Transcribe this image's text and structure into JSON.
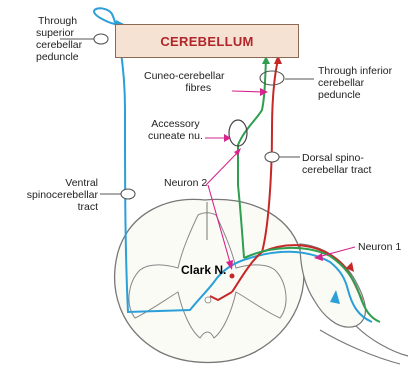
{
  "diagram": {
    "cerebellum": "CEREBELLUM",
    "labels": {
      "superior_peduncle": [
        "Through",
        "superior",
        "cerebellar",
        "peduncle"
      ],
      "inferior_peduncle": [
        "Through inferior",
        "cerebellar",
        "peduncle"
      ],
      "cuneo_fibres": [
        "Cuneo-cerebellar",
        "fibres"
      ],
      "accessory_cuneate": [
        "Accessory",
        "cuneate nu."
      ],
      "dorsal_tract": [
        "Dorsal spino-",
        "cerebellar tract"
      ],
      "neuron2": "Neuron 2",
      "ventral_tract": [
        "Ventral",
        "spinocerebellar",
        "tract"
      ],
      "neuron1": "Neuron 1",
      "clark": "Clark N."
    },
    "colors": {
      "ventral_path": "#2a9fd8",
      "dorsal_path": "#c62828",
      "cuneo_path": "#2e9e4f",
      "arrows_magenta": "#d6248c",
      "cerebellum_fill": "#f6e2d2"
    }
  }
}
